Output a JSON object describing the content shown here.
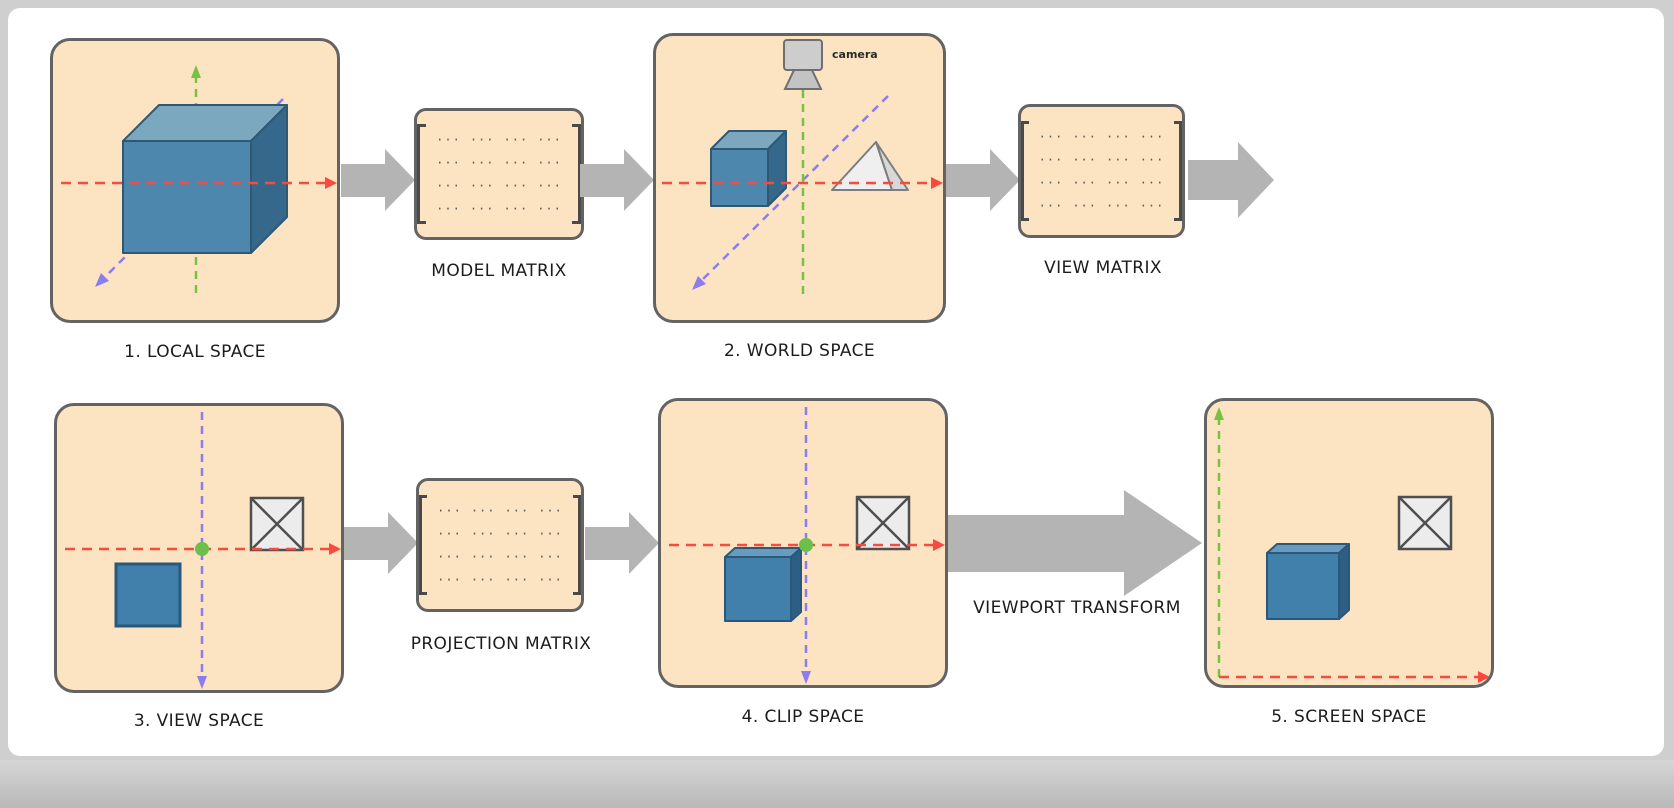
{
  "stages": [
    {
      "id": "local-space",
      "label": "1. LOCAL SPACE"
    },
    {
      "id": "world-space",
      "label": "2. WORLD SPACE",
      "camera_label": "camera"
    },
    {
      "id": "view-space",
      "label": "3. VIEW SPACE"
    },
    {
      "id": "clip-space",
      "label": "4. CLIP SPACE"
    },
    {
      "id": "screen-space",
      "label": "5. SCREEN SPACE"
    }
  ],
  "matrices": [
    {
      "id": "model-matrix",
      "label": "MODEL MATRIX"
    },
    {
      "id": "view-matrix",
      "label": "VIEW MATRIX"
    },
    {
      "id": "projection-matrix",
      "label": "PROJECTION MATRIX"
    }
  ],
  "viewport_transform_label": "VIEWPORT TRANSFORM",
  "matrix": {
    "rows": 4,
    "cols": 4,
    "cell": "···"
  },
  "colors": {
    "panel_bg": "#fce4c2",
    "panel_border": "#636363",
    "arrow_gray": "#b4b4b4",
    "axis_x_red": "#fa4a3f",
    "axis_y_green": "#79c143",
    "axis_z_purple": "#8b7cf0",
    "cube_front_blue": "#4d87ad",
    "cube_top_blue": "#7ba7bf",
    "cube_side_blue": "#35688b",
    "origin_dot_green": "#6cbf4a"
  }
}
